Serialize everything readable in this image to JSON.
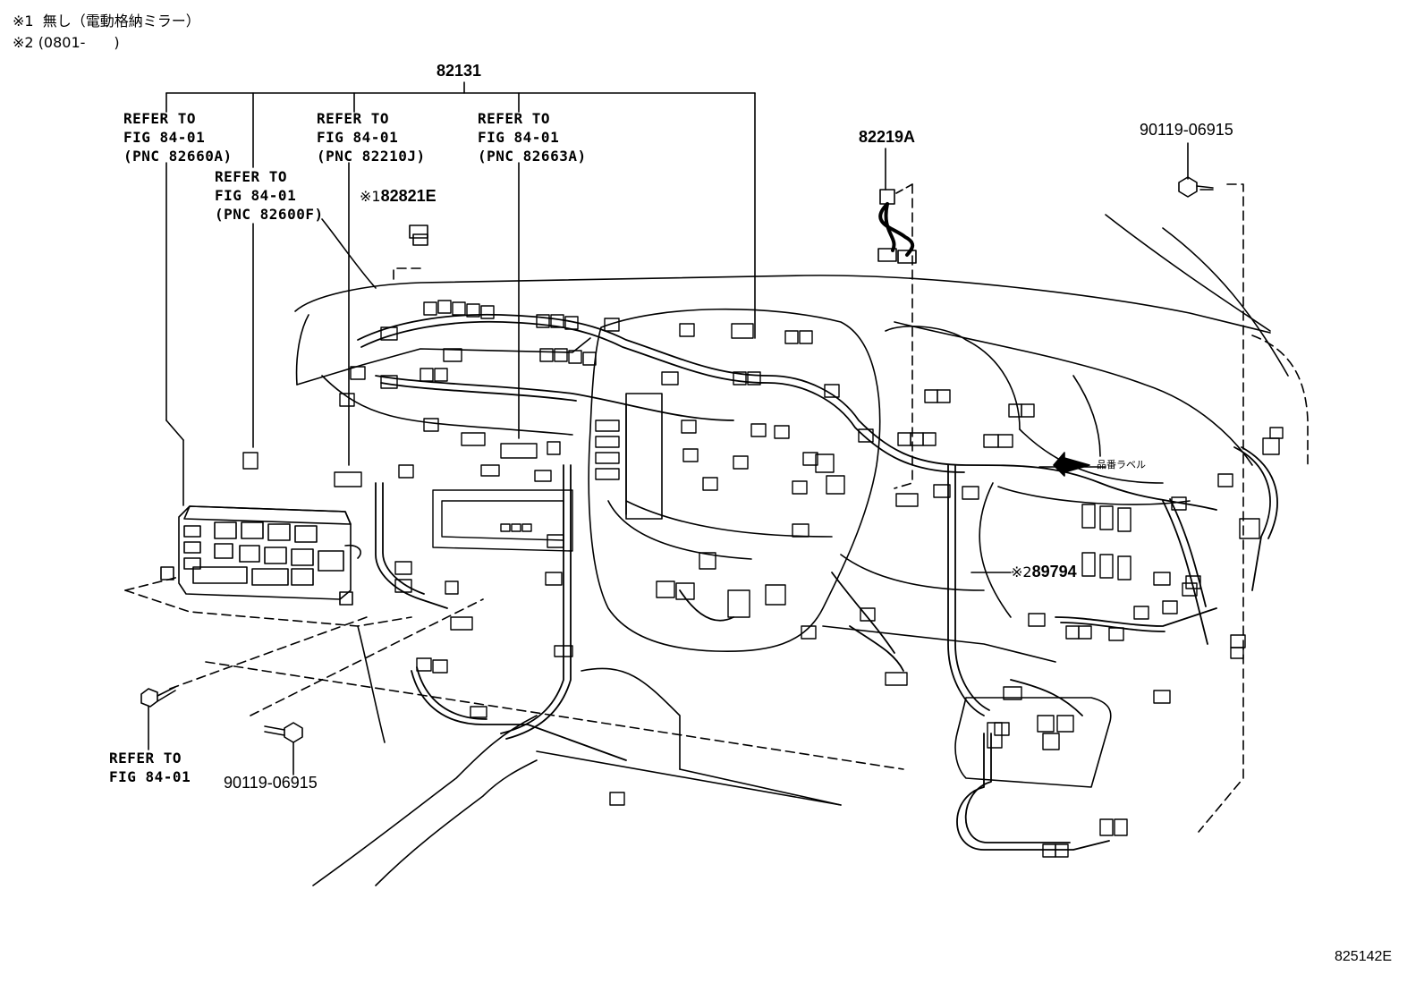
{
  "notes": [
    {
      "mark": "※1",
      "text": "無し（電動格納ミラー）"
    },
    {
      "mark": "※2",
      "text": "(0801-　　)"
    }
  ],
  "main_part": "82131",
  "refs": [
    {
      "id": "ref-left",
      "line1": "REFER TO",
      "line2": "FIG 84-01",
      "line3": "(PNC 82660A)"
    },
    {
      "id": "ref-left-inner",
      "line1": "REFER TO",
      "line2": "FIG 84-01",
      "line3": "(PNC 82600F)"
    },
    {
      "id": "ref-center",
      "line1": "REFER TO",
      "line2": "FIG 84-01",
      "line3": "(PNC 82210J)"
    },
    {
      "id": "ref-right",
      "line1": "REFER TO",
      "line2": "FIG 84-01",
      "line3": "(PNC 82663A)"
    },
    {
      "id": "ref-bottom",
      "line1": "REFER TO",
      "line2": "FIG 84-01"
    }
  ],
  "parts": {
    "p82821e_mark": "※1",
    "p82821e": "82821E",
    "p82219a": "82219A",
    "p90119_top": "90119-06915",
    "p90119_bottom": "90119-06915",
    "p89794_mark": "※2",
    "p89794": "89794",
    "label_callout": "品番ラベル"
  },
  "figure_id": "825142E"
}
